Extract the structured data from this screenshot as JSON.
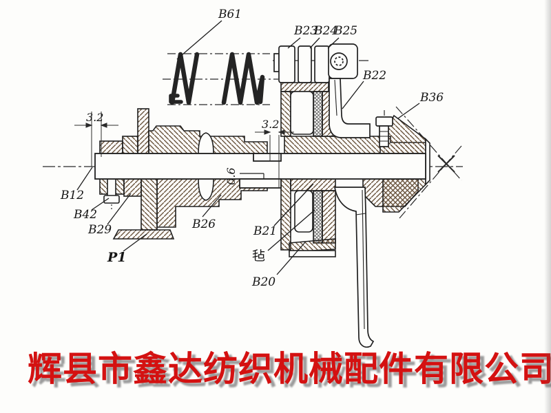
{
  "diagram": {
    "part_labels": {
      "b61": "B61",
      "b23": "B23",
      "b24": "B24",
      "b25": "B25",
      "b22": "B22",
      "b36": "B36",
      "b12": "B12",
      "b42": "B42",
      "b29": "B29",
      "b26": "B26",
      "b21": "B21",
      "b20": "B20",
      "p1": "P1",
      "felt": "毡"
    },
    "dimensions": {
      "left_finish": "3.2",
      "center_finish": "3.2",
      "step_clearance": "0.6"
    }
  },
  "watermark": {
    "text": "辉县市鑫达纺织机械配件有限公司",
    "color": "#d41111",
    "shadow_color": "#9c9c9c"
  },
  "colors": {
    "paper": "#fdfdfb",
    "ink": "#1f1f1f",
    "hatch": "#6b553f"
  }
}
